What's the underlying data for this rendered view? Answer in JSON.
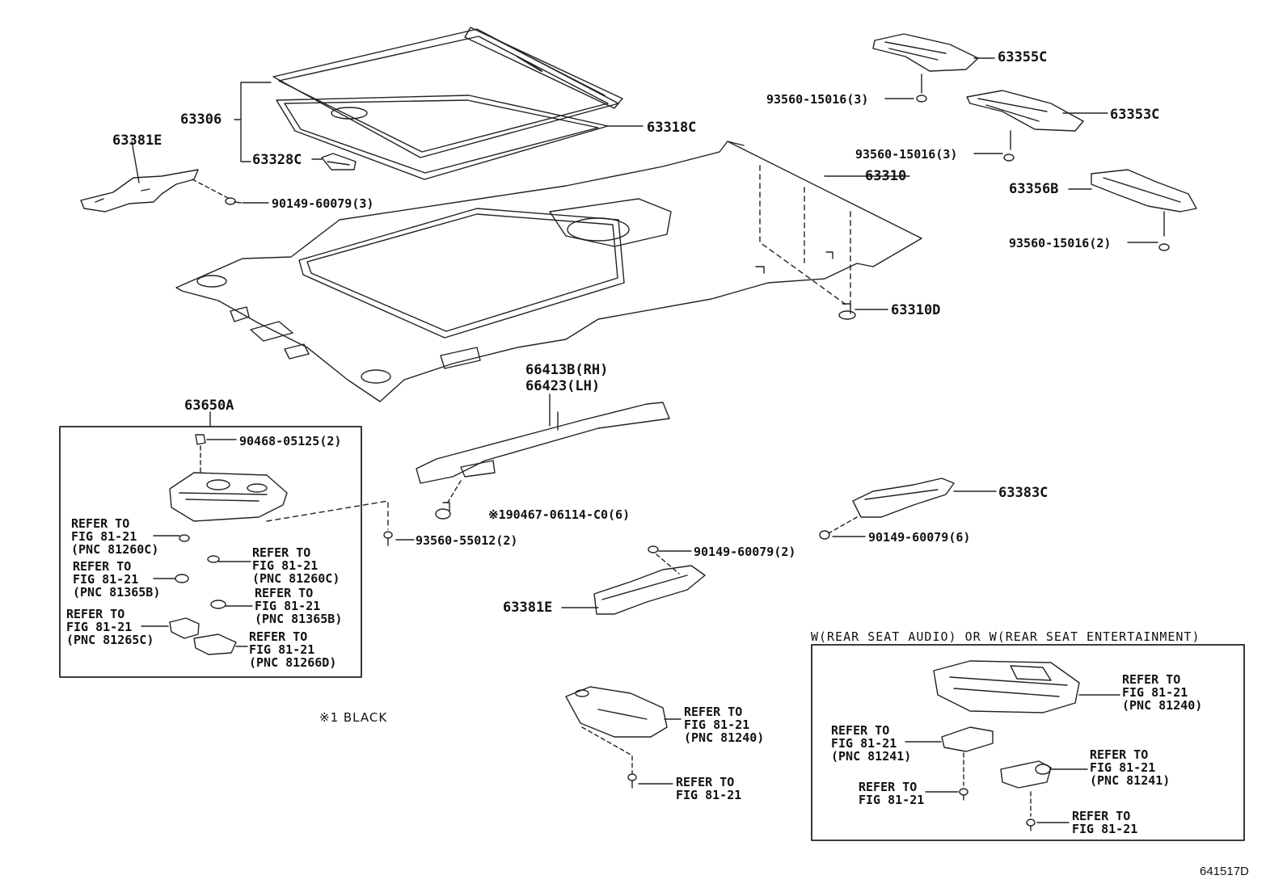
{
  "labels": {
    "p63306": "63306",
    "p63381E_top": "63381E",
    "p63328C": "63328C",
    "p63318C": "63318C",
    "p63310": "63310",
    "p63310D": "63310D",
    "p63355C": "63355C",
    "p63353C": "63353C",
    "p63356B": "63356B",
    "b93560_a": "93560-15016(3)",
    "b93560_b": "93560-15016(3)",
    "b93560_c": "93560-15016(2)",
    "b90149_top": "90149-60079(3)",
    "p66413B": "66413B(RH)",
    "p66423": "66423(LH)",
    "p63650A": "63650A",
    "b90468": "90468-05125(2)",
    "b90467": "※190467-06114-C0(6)",
    "b93560_55012": "93560-55012(2)",
    "b90149_mid": "90149-60079(2)",
    "b90149_right": "90149-60079(6)",
    "p63383C": "63383C",
    "p63381E_bottom": "63381E"
  },
  "refer_blocks": {
    "r1": [
      "REFER TO",
      "FIG 81-21",
      "(PNC 81260C)"
    ],
    "r2": [
      "REFER TO",
      "FIG 81-21",
      "(PNC 81260C)"
    ],
    "r3": [
      "REFER TO",
      "FIG 81-21",
      "(PNC 81365B)"
    ],
    "r4": [
      "REFER TO",
      "FIG 81-21",
      "(PNC 81365B)"
    ],
    "r5": [
      "REFER TO",
      "FIG 81-21",
      "(PNC 81265C)"
    ],
    "r6": [
      "REFER TO",
      "FIG 81-21",
      "(PNC 81266D)"
    ],
    "r7": [
      "REFER TO",
      "FIG 81-21",
      "(PNC 81240)"
    ],
    "r8": [
      "REFER TO",
      "FIG 81-21"
    ],
    "r9": [
      "REFER TO",
      "FIG 81-21",
      "(PNC 81240)"
    ],
    "r10": [
      "REFER TO",
      "FIG 81-21",
      "(PNC 81241)"
    ],
    "r11": [
      "REFER TO",
      "FIG 81-21",
      "(PNC 81241)"
    ],
    "r12": [
      "REFER TO",
      "FIG 81-21"
    ],
    "r13": [
      "REFER TO",
      "FIG 81-21"
    ]
  },
  "notes": {
    "black": "※1  BLACK",
    "condition": "W(REAR SEAT AUDIO) OR W(REAR SEAT ENTERTAINMENT)",
    "figure_code": "641517D"
  }
}
